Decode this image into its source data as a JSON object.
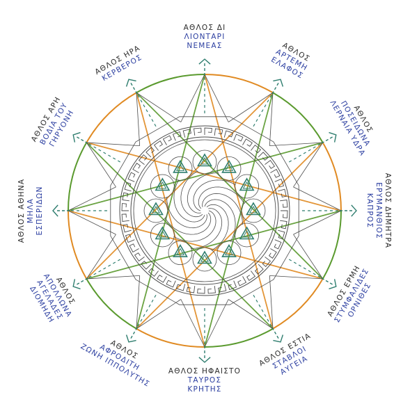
{
  "colors": {
    "green": "#5a9a2e",
    "orange": "#e08a22",
    "ink": "#4a4a4a",
    "teal": "#2e7d6e",
    "label": "#2a2a2a",
    "label_blue": "#2b3ea0"
  },
  "labels": [
    {
      "angle": 0,
      "lines": [
        "ΑΘΛΟΣ ΔΙ",
        "ΛΙΟΝΤΑΡΙ",
        "ΝΕΜΕΑΣ"
      ]
    },
    {
      "angle": 30,
      "lines": [
        "ΑΘΛΟΣ",
        "ΑΡΤΕΜΗ",
        "ΕΛΑΦΟΣ"
      ]
    },
    {
      "angle": 60,
      "lines": [
        "ΑΘΛΟΣ",
        "ΠΟΣΕΙΔΩΝΑ",
        "ΛΕΡΝΑΙΑ ΥΔΡΑ"
      ]
    },
    {
      "angle": 90,
      "lines": [
        "ΑΘΛΟΣ ΔΗΜΗΤΡΑ",
        "ΕΡΥΜΑΝΘΙΟΣ",
        "ΚΑΠΡΟΣ"
      ]
    },
    {
      "angle": 120,
      "lines": [
        "ΑΘΛΟΣ ΕΡΜΗ",
        "ΣΤΥΜΦΑΛΙΔΕΣ",
        "ΟΡΝΙΘΕΣ"
      ]
    },
    {
      "angle": 150,
      "lines": [
        "ΑΘΛΟΣ ΕΣΤΙΑ",
        "ΣΤΑΒΛΟΙ",
        "ΑΥΓΕΙΑ"
      ]
    },
    {
      "angle": 180,
      "lines": [
        "ΑΘΛΟΣ ΗΦΑΙΣΤΟ",
        "ΤΑΥΡΟΣ",
        "ΚΡΗΤΗΣ"
      ]
    },
    {
      "angle": 210,
      "lines": [
        "ΑΘΛΟΣ",
        "ΑΦΡΟΔΙΤΗ",
        "ΖΩΝΗ ΙΠΠΟΛΥΤΗΣ"
      ]
    },
    {
      "angle": 240,
      "lines": [
        "ΑΘΛΟΣ",
        "ΑΠΟΛΛΩΝΑ",
        "ΑΓΕΛΑΔΕΣ",
        "ΔΙΟΜΗΔΗ"
      ]
    },
    {
      "angle": 270,
      "lines": [
        "ΑΘΛΟΣ ΑΘΗΝΑ",
        "ΜΗΛΑ",
        "ΕΣΠΕΡΙΔΩΝ"
      ]
    },
    {
      "angle": 300,
      "lines": [
        "ΑΘΛΟΣ ΑΡΗ",
        "ΒΟΔΙΑ ΤΟΥ",
        "ΓΗΡΥΟΝΗ"
      ]
    },
    {
      "angle": 330,
      "lines": [
        "ΑΘΛΟΣ ΗΡΑ",
        "ΚΕΡΒΕΡΟΣ"
      ]
    }
  ]
}
